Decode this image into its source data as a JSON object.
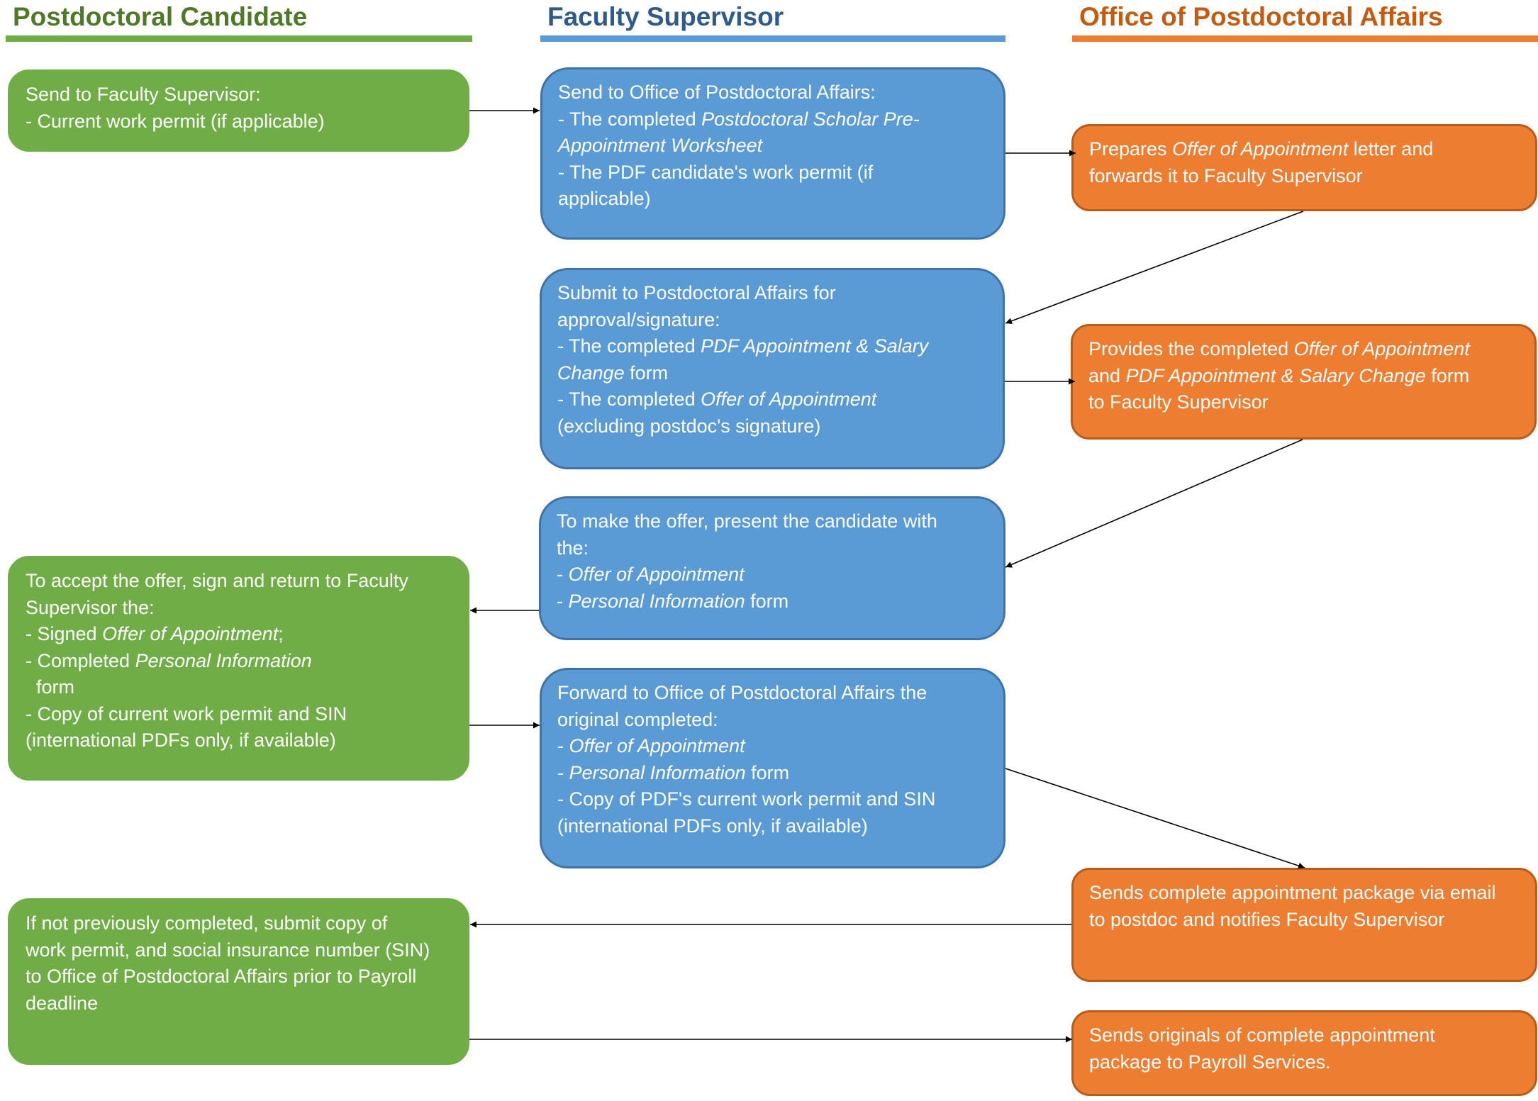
{
  "lanes": {
    "candidate": "Postdoctoral Candidate",
    "faculty": "Faculty Supervisor",
    "opa": "Office of Postdoctoral Affairs"
  },
  "colors": {
    "candidate": "#70ad47",
    "faculty": "#5b9bd5",
    "opa": "#ed7d31"
  },
  "boxes": {
    "c1": [
      [
        {
          "t": "Send to Faculty Supervisor:"
        }
      ],
      [
        {
          "t": "- Current work permit (if applicable)"
        }
      ]
    ],
    "f1": [
      [
        {
          "t": "Send to Office of Postdoctoral Affairs:"
        }
      ],
      [
        {
          "t": "- The completed "
        },
        {
          "t": "Postdoctoral Scholar Pre-",
          "i": true
        }
      ],
      [
        {
          "t": "Appointment Worksheet",
          "i": true
        }
      ],
      [
        {
          "t": "- The PDF candidate's work permit (if"
        }
      ],
      [
        {
          "t": "applicable)"
        }
      ]
    ],
    "o1": [
      [
        {
          "t": "Prepares "
        },
        {
          "t": "Offer of Appointment",
          "i": true
        },
        {
          "t": " letter and"
        }
      ],
      [
        {
          "t": "forwards it to Faculty Supervisor"
        }
      ]
    ],
    "f2": [
      [
        {
          "t": "Submit to Postdoctoral Affairs for"
        }
      ],
      [
        {
          "t": "approval/signature:"
        }
      ],
      [
        {
          "t": "- The completed "
        },
        {
          "t": "PDF Appointment & Salary",
          "i": true
        }
      ],
      [
        {
          "t": "Change",
          "i": true
        },
        {
          "t": " form"
        }
      ],
      [
        {
          "t": "- The completed "
        },
        {
          "t": "Offer of Appointment",
          "i": true
        }
      ],
      [
        {
          "t": "(excluding postdoc's signature)"
        }
      ]
    ],
    "o2": [
      [
        {
          "t": "Provides the completed "
        },
        {
          "t": "Offer of Appointment",
          "i": true
        }
      ],
      [
        {
          "t": "and "
        },
        {
          "t": "PDF Appointment & Salary Change",
          "i": true
        },
        {
          "t": " form"
        }
      ],
      [
        {
          "t": "to Faculty Supervisor"
        }
      ]
    ],
    "f3": [
      [
        {
          "t": "To make the offer, present the candidate with"
        }
      ],
      [
        {
          "t": "the:"
        }
      ],
      [
        {
          "t": "- "
        },
        {
          "t": "Offer of Appointment",
          "i": true
        }
      ],
      [
        {
          "t": "- "
        },
        {
          "t": "Personal Information",
          "i": true
        },
        {
          "t": " form"
        }
      ]
    ],
    "c2": [
      [
        {
          "t": "To accept the offer, sign and return to Faculty"
        }
      ],
      [
        {
          "t": "Supervisor the:"
        }
      ],
      [
        {
          "t": "- Signed "
        },
        {
          "t": "Offer of Appointment",
          "i": true
        },
        {
          "t": ";"
        }
      ],
      [
        {
          "t": "- Completed "
        },
        {
          "t": "Personal Information",
          "i": true
        }
      ],
      [
        {
          "t": "  form"
        }
      ],
      [
        {
          "t": "- Copy of current work permit and SIN"
        }
      ],
      [
        {
          "t": "(international PDFs only, if available)"
        }
      ]
    ],
    "f4": [
      [
        {
          "t": "Forward to Office of Postdoctoral Affairs the"
        }
      ],
      [
        {
          "t": "original completed:"
        }
      ],
      [
        {
          "t": "- "
        },
        {
          "t": "Offer of Appointment",
          "i": true
        }
      ],
      [
        {
          "t": "- "
        },
        {
          "t": "Personal Information",
          "i": true
        },
        {
          "t": " form"
        }
      ],
      [
        {
          "t": "- Copy of PDF's current work permit and SIN"
        }
      ],
      [
        {
          "t": "(international PDFs only, if available)"
        }
      ]
    ],
    "o3": [
      [
        {
          "t": "Sends complete appointment package via email"
        }
      ],
      [
        {
          "t": "to postdoc and notifies Faculty Supervisor"
        }
      ]
    ],
    "c3": [
      [
        {
          "t": "If not previously completed, submit copy of"
        }
      ],
      [
        {
          "t": "work permit, and social insurance number (SIN)"
        }
      ],
      [
        {
          "t": "to Office of Postdoctoral Affairs prior to Payroll"
        }
      ],
      [
        {
          "t": "deadline"
        }
      ]
    ],
    "o4": [
      [
        {
          "t": "Sends originals of complete appointment"
        }
      ],
      [
        {
          "t": "package to Payroll Services."
        }
      ]
    ]
  },
  "arrows": [
    {
      "from": "c1",
      "to": "f1"
    },
    {
      "from": "f1",
      "to": "o1"
    },
    {
      "from": "o1",
      "to": "f2"
    },
    {
      "from": "f2",
      "to": "o2"
    },
    {
      "from": "o2",
      "to": "f3"
    },
    {
      "from": "f3",
      "to": "c2"
    },
    {
      "from": "c2",
      "to": "f4"
    },
    {
      "from": "f4",
      "to": "o3"
    },
    {
      "from": "o3",
      "to": "c3"
    },
    {
      "from": "c3",
      "to": "o4"
    }
  ]
}
